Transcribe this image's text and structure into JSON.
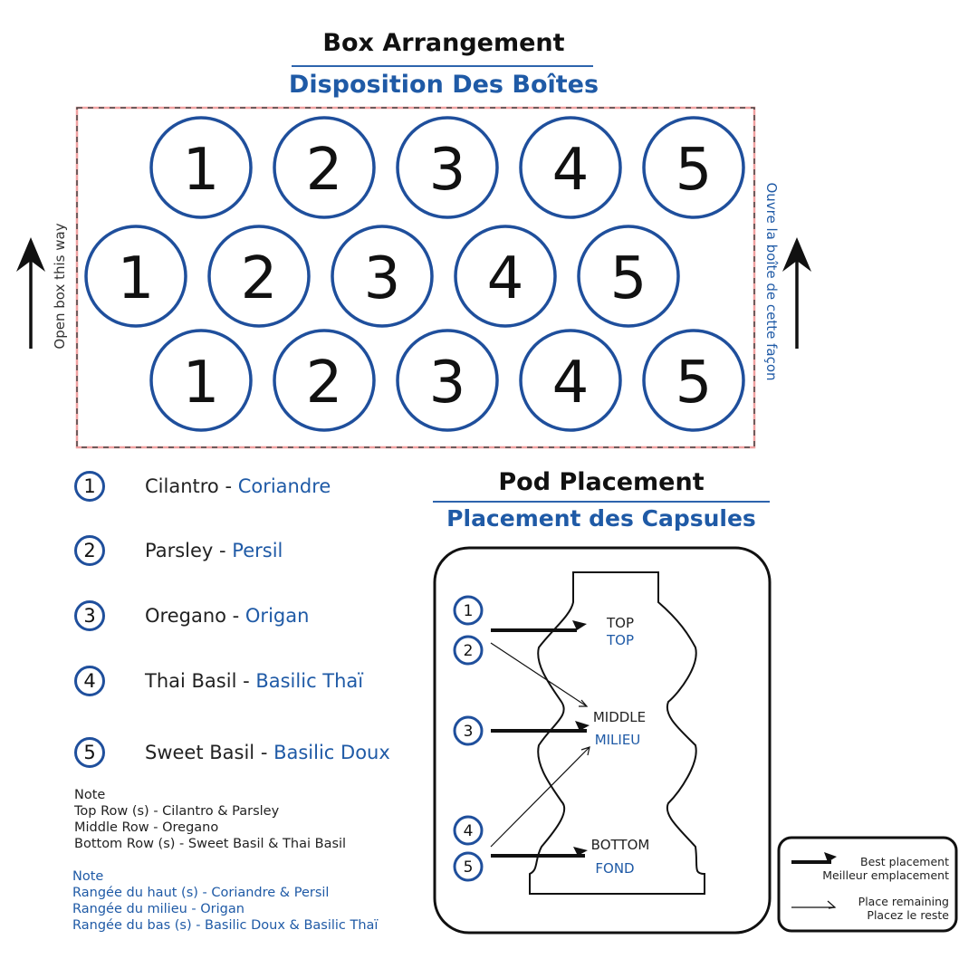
{
  "box_arrangement": {
    "title": "Box Arrangement",
    "title_fr": "Disposition Des Boîtes",
    "open_box_label": "Open box this way",
    "open_box_label_fr": "Ouvre la boîte de cette façon",
    "rows": [
      [
        "1",
        "2",
        "3",
        "4",
        "5"
      ],
      [
        "1",
        "2",
        "3",
        "4",
        "5"
      ],
      [
        "1",
        "2",
        "3",
        "4",
        "5"
      ]
    ]
  },
  "legend": [
    {
      "number": "1",
      "en": "Cilantro - ",
      "fr": "Coriandre"
    },
    {
      "number": "2",
      "en": "Parsley - ",
      "fr": "Persil"
    },
    {
      "number": "3",
      "en": "Oregano - ",
      "fr": "Origan"
    },
    {
      "number": "4",
      "en": "Thai Basil - ",
      "fr": "Basilic Thaï"
    },
    {
      "number": "5",
      "en": "Sweet Basil - ",
      "fr": "Basilic Doux"
    }
  ],
  "note_en": {
    "heading": "Note",
    "lines": [
      "Top Row (s) - Cilantro & Parsley",
      "Middle Row - Oregano",
      "Bottom Row (s) - Sweet Basil & Thai Basil"
    ]
  },
  "note_fr": {
    "heading": "Note",
    "lines": [
      "Rangée du haut (s) - Coriandre & Persil",
      "Rangée du milieu - Origan",
      "Rangée du bas (s) - Basilic Doux & Basilic Thaï"
    ]
  },
  "pod_placement": {
    "title": "Pod Placement",
    "title_fr": "Placement des Capsules",
    "pods": [
      "1",
      "2",
      "3",
      "4",
      "5"
    ],
    "zones": {
      "top": "TOP",
      "top_fr": "TOP",
      "middle": "MIDDLE",
      "middle_fr": "MILIEU",
      "bottom": "BOTTOM",
      "bottom_fr": "FOND"
    }
  },
  "key": {
    "best": "Best placement",
    "best_fr": "Meilleur emplacement",
    "remaining": "Place remaining",
    "remaining_fr": "Placez le reste"
  },
  "colors": {
    "accent": "#1f5aa6",
    "circle_stroke": "#1f4f9c",
    "box_border": "#f0a0a0"
  }
}
